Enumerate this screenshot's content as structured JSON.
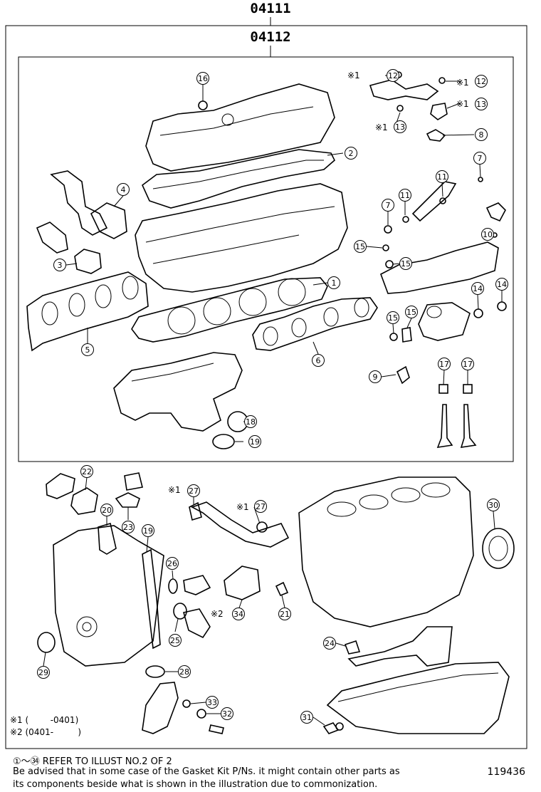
{
  "kit_outer": "04111",
  "kit_inner": "04112",
  "callouts": [
    {
      "id": "c16",
      "n": "16"
    },
    {
      "id": "c2",
      "n": "2"
    },
    {
      "id": "c4",
      "n": "4"
    },
    {
      "id": "c3",
      "n": "3"
    },
    {
      "id": "c1",
      "n": "1"
    },
    {
      "id": "c5",
      "n": "5"
    },
    {
      "id": "c6",
      "n": "6"
    },
    {
      "id": "c18",
      "n": "18"
    },
    {
      "id": "c19a",
      "n": "19"
    },
    {
      "id": "c12a",
      "n": "12"
    },
    {
      "id": "c12b",
      "n": "12"
    },
    {
      "id": "c13a",
      "n": "13"
    },
    {
      "id": "c13b",
      "n": "13"
    },
    {
      "id": "c8",
      "n": "8"
    },
    {
      "id": "c7a",
      "n": "7"
    },
    {
      "id": "c11a",
      "n": "11"
    },
    {
      "id": "c7b",
      "n": "7"
    },
    {
      "id": "c11b",
      "n": "11"
    },
    {
      "id": "c10",
      "n": "10"
    },
    {
      "id": "c15a",
      "n": "15"
    },
    {
      "id": "c15b",
      "n": "15"
    },
    {
      "id": "c14a",
      "n": "14"
    },
    {
      "id": "c14b",
      "n": "14"
    },
    {
      "id": "c15c",
      "n": "15"
    },
    {
      "id": "c15d",
      "n": "15"
    },
    {
      "id": "c9",
      "n": "9"
    },
    {
      "id": "c17a",
      "n": "17"
    },
    {
      "id": "c17b",
      "n": "17"
    },
    {
      "id": "c22",
      "n": "22"
    },
    {
      "id": "c20",
      "n": "20"
    },
    {
      "id": "c23",
      "n": "23"
    },
    {
      "id": "c19b",
      "n": "19"
    },
    {
      "id": "c27a",
      "n": "27"
    },
    {
      "id": "c27b",
      "n": "27"
    },
    {
      "id": "c30",
      "n": "30"
    },
    {
      "id": "c26",
      "n": "26"
    },
    {
      "id": "c25",
      "n": "25"
    },
    {
      "id": "c34",
      "n": "34"
    },
    {
      "id": "c21",
      "n": "21"
    },
    {
      "id": "c29",
      "n": "29"
    },
    {
      "id": "c24",
      "n": "24"
    },
    {
      "id": "c28",
      "n": "28"
    },
    {
      "id": "c33",
      "n": "33"
    },
    {
      "id": "c32",
      "n": "32"
    },
    {
      "id": "c31",
      "n": "31"
    }
  ],
  "marks": {
    "m1": "※1",
    "m2": "※1",
    "m3": "※1",
    "m4": "※1",
    "m5": "※1",
    "m6": "※1",
    "m7": "※2"
  },
  "legend": {
    "line1": "※1 (        -0401)",
    "line2": "※2 (0401-         )"
  },
  "footer": {
    "refer": "①～㉞ REFER TO ILLUST NO.2 OF 2",
    "advice1": "Be advised that in some case of the Gasket Kit P/Ns.  it might contain other parts as",
    "advice2": "its components beside what is shown in the illustration due to commonization.",
    "doc_number": "119436"
  }
}
